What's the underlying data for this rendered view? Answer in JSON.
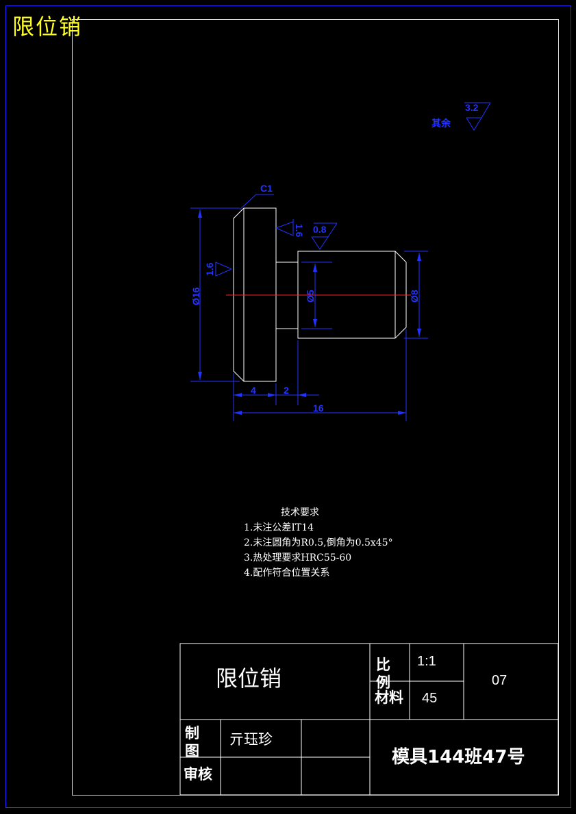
{
  "sheet_title": "限位销",
  "surface_finish": {
    "rest_label": "其余",
    "rest_value": "3.2",
    "flange_face": "1.6",
    "flange_side": "1.6",
    "shaft": "0.8"
  },
  "dimensions": {
    "chamfer": "C1",
    "dia_16": "Ø16",
    "dia_5": "Ø5",
    "dia_8": "Ø8",
    "len_4": "4",
    "len_2": "2",
    "len_16": "16"
  },
  "tech_requirements": {
    "heading": "技术要求",
    "items": [
      "1.未注公差IT14",
      "2.未注圆角为R0.5,倒角为0.5x45°",
      "3.热处理要求HRC55-60",
      "4.配作符合位置关系"
    ]
  },
  "title_block": {
    "part_name": "限位销",
    "scale_label": "比例",
    "scale_value": "1:1",
    "material_label": "材料",
    "material_value": "45",
    "drawing_no": "07",
    "drawn_label": "制图",
    "drawn_by": "亓珏珍",
    "review_label": "审核",
    "org": "模具144班47号"
  },
  "colors": {
    "outline": "#ffffff",
    "dimension": "#2233ff",
    "centerline": "#ff2222",
    "title": "#ffff22"
  }
}
